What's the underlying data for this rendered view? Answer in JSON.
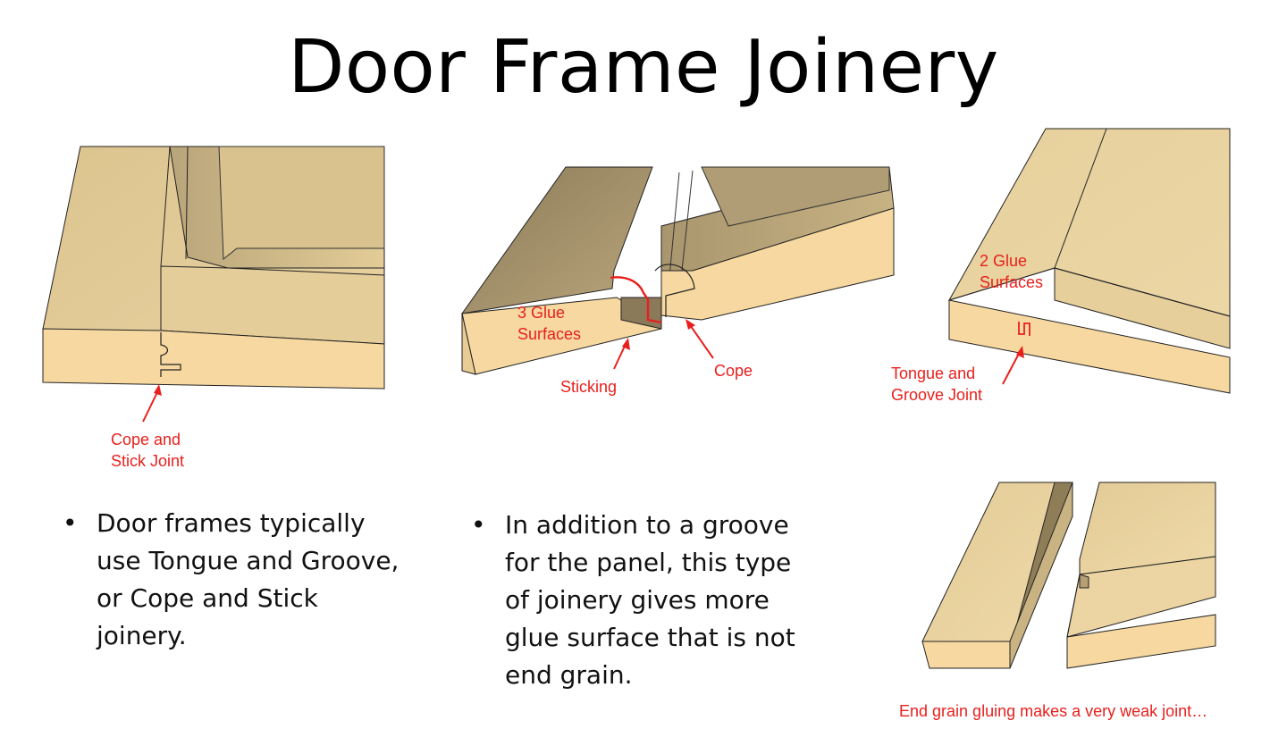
{
  "slide": {
    "title": "Door Frame Joinery"
  },
  "figures": {
    "cope_stick": {
      "label_line1": "Cope and",
      "label_line2": "Stick Joint"
    },
    "cope_detail": {
      "glue_line1": "3 Glue",
      "glue_line2": "Surfaces",
      "sticking": "Sticking",
      "cope": "Cope"
    },
    "tongue_groove": {
      "glue_line1": "2 Glue",
      "glue_line2": "Surfaces",
      "joint_line1": "Tongue and",
      "joint_line2": "Groove Joint"
    },
    "end_grain": {
      "caption": "End grain gluing makes a very weak joint…"
    }
  },
  "bullets": [
    {
      "symbol": "•",
      "lines": [
        "Door frames typically",
        "use Tongue and Groove,",
        "or Cope and Stick",
        "joinery."
      ]
    },
    {
      "symbol": "•",
      "lines": [
        "In addition to a groove",
        "for the panel, this type",
        "of joinery gives more",
        "glue surface that is not",
        "end grain."
      ]
    }
  ],
  "colors": {
    "annotation": "#e8201d",
    "wood_top": "#e7cf99",
    "wood_end": "#f6d8a0",
    "wood_shadow": "#9a8864"
  }
}
